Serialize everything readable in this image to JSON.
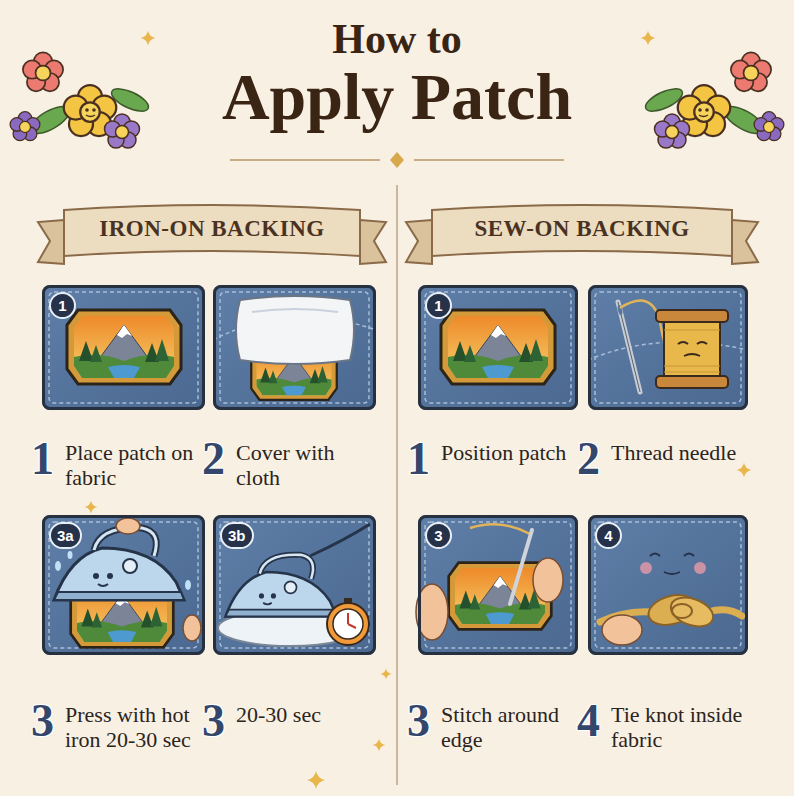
{
  "diagram": {
    "title": "Apply Patch",
    "nodes": [
      {
        "text": [
          "IRON-ON BACKING"
        ]
      },
      {
        "text": [
          "1",
          "1",
          "Place patch on fabric"
        ]
      },
      {
        "text": [
          "2",
          "Cover with cloth"
        ]
      },
      {
        "text": [
          "3a",
          "3",
          "Press with hot iron 20-30 sec"
        ]
      },
      {
        "text": [
          "3b",
          "3",
          "20-30 sec"
        ]
      },
      {
        "text": [
          "SEW-ON BACKING"
        ]
      },
      {
        "text": [
          "1",
          "1",
          "Position patch"
        ]
      },
      {
        "text": [
          "2",
          "Thread needle"
        ]
      },
      {
        "text": [
          "3",
          "3",
          "Stitch around edge"
        ]
      },
      {
        "text": [
          "4",
          "4",
          "Tie knot inside fabric"
        ]
      }
    ],
    "labels": [
      "How to"
    ]
  }
}
